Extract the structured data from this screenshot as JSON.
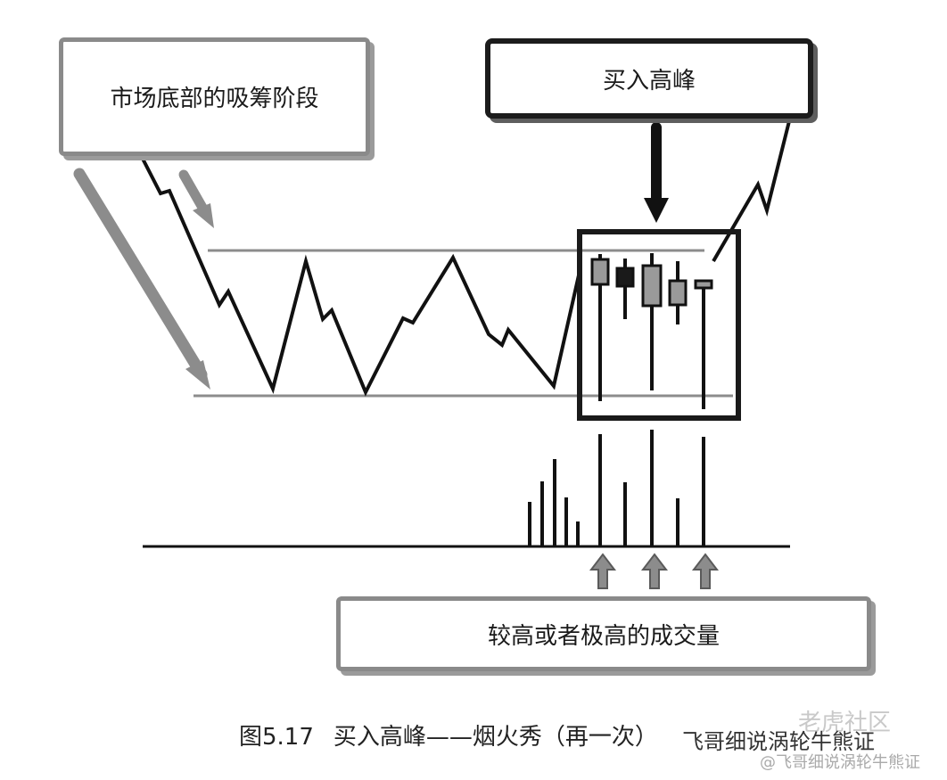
{
  "labels": {
    "accumulation": "市场底部的吸筹阶段",
    "buying_climax": "买入高峰",
    "volume": "较高或者极高的成交量"
  },
  "caption": {
    "number": "图5.17",
    "text": "买入高峰——烟火秀（再一次）"
  },
  "watermark": {
    "community": "老虎社区",
    "author_line1": "飞哥细说涡轮牛熊证",
    "author_line2": "@飞哥细说涡轮牛熊证"
  },
  "colors": {
    "line": "#111111",
    "support_resistance": "#8c8c8c",
    "candle_fill": "#9a9a9a",
    "arrow_gray": "#8c8c8c"
  }
}
